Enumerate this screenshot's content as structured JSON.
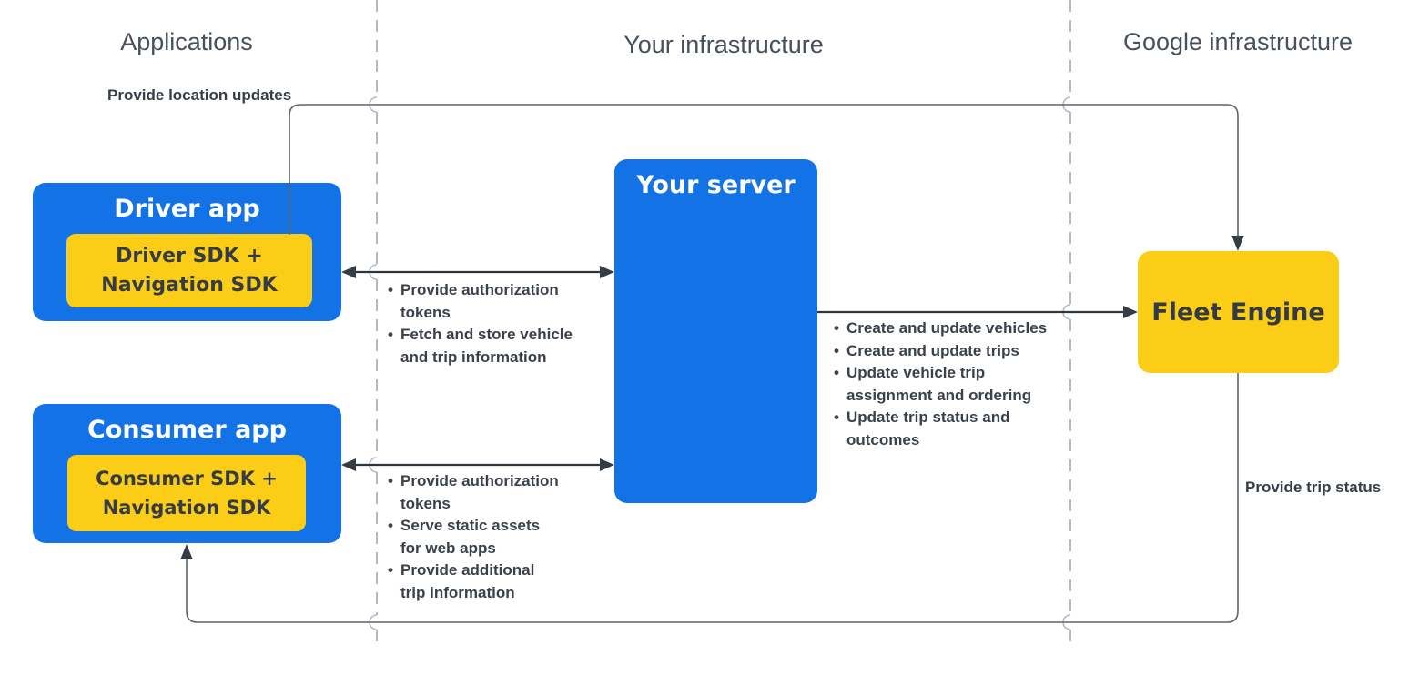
{
  "columns": {
    "applications": "Applications",
    "your_infrastructure": "Your infrastructure",
    "google_infrastructure": "Google infrastructure"
  },
  "nodes": {
    "driver_app": {
      "title": "Driver app",
      "sdk": "Driver SDK +\nNavigation SDK"
    },
    "consumer_app": {
      "title": "Consumer app",
      "sdk": "Consumer SDK +\nNavigation SDK"
    },
    "your_server": {
      "title": "Your server"
    },
    "fleet_engine": {
      "title": "Fleet Engine"
    }
  },
  "edges": {
    "provide_location_updates": "Provide location updates",
    "provide_trip_status": "Provide trip status",
    "driver_server_items": [
      "Provide authorization\ntokens",
      "Fetch and store vehicle\nand trip information"
    ],
    "consumer_server_items": [
      "Provide authorization\ntokens",
      "Serve static assets\nfor web apps",
      "Provide additional\ntrip information"
    ],
    "server_fleet_items": [
      "Create and update vehicles",
      "Create and update trips",
      "Update vehicle trip\nassignment and ordering",
      "Update trip status and\noutcomes"
    ]
  },
  "colors": {
    "node_blue": "#1272e6",
    "node_yellow": "#fccd17",
    "edge_dark": "#2f353e",
    "wire_gray": "#5e646c",
    "dashed_gray": "#b5bac1",
    "text_dark": "#3a414b",
    "header_gray": "#48505e"
  }
}
